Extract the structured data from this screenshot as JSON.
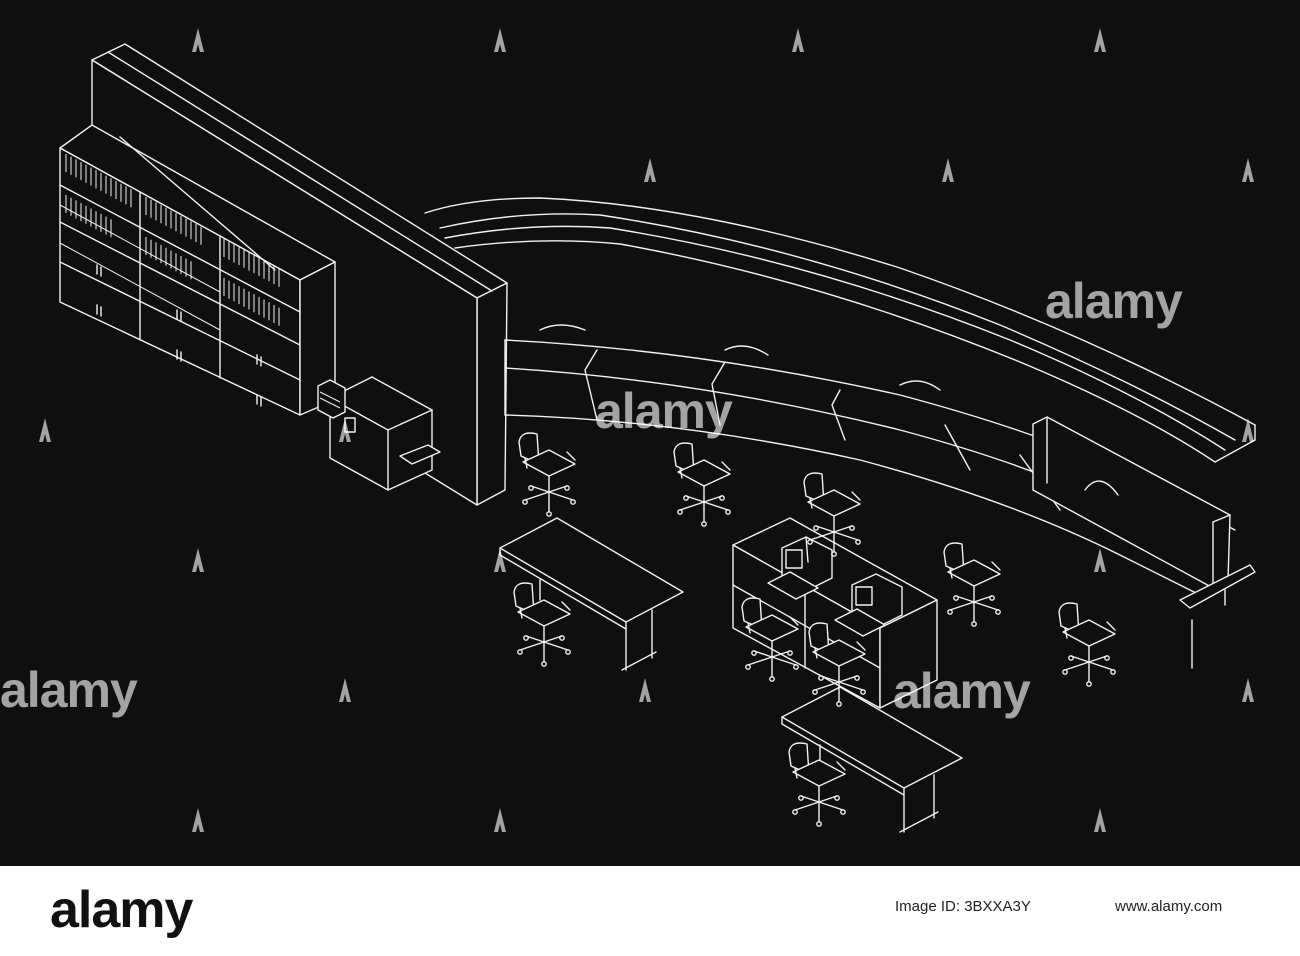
{
  "watermark": {
    "text": "alamy",
    "color": "#ffffff"
  },
  "footer": {
    "logo": "alamy",
    "image_id": "Image ID: 3BXXA3Y",
    "url": "www.alamy.com"
  },
  "colors": {
    "background": "#0f0f0f",
    "line": "#f2f2f2",
    "footer_bg": "#ffffff"
  },
  "drawing": {
    "style": "isometric white line drawing",
    "objects": [
      "bookshelf-cabinets",
      "partition-wall",
      "printer",
      "curved-reception-counter",
      "office-chairs",
      "desks",
      "computer-workstation"
    ]
  }
}
